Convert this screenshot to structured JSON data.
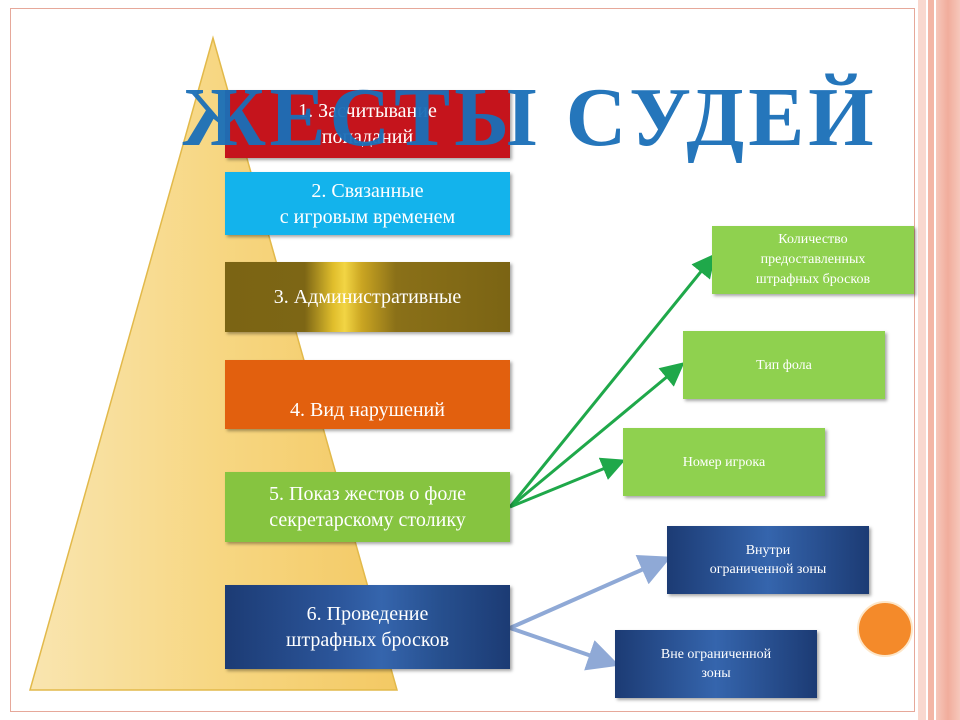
{
  "title": "ЖЕСТЫ  СУДЕЙ",
  "pyramid": {
    "items": [
      {
        "line1": "1. Засчитывание",
        "line2": "попаданий",
        "color": "#c5141c"
      },
      {
        "line1": "2. Связанные",
        "line2": "с игровым временем",
        "color": "#13b3ec"
      },
      {
        "line1": "3. Административные",
        "line2": "",
        "color": "#7b6414"
      },
      {
        "line1": "4. Вид нарушений",
        "line2": "",
        "color": "#e2600e"
      },
      {
        "line1": "5. Показ жестов о фоле",
        "line2": "секретарскому столику",
        "color": "#86c440"
      },
      {
        "line1": "6. Проведение",
        "line2": "штрафных бросков",
        "color": "#1f3f7a"
      }
    ]
  },
  "foul_details": [
    {
      "line1": "Количество",
      "line2": "предоставленных",
      "line3": "штрафных бросков"
    },
    {
      "line1": "Тип фола"
    },
    {
      "line1": "Номер игрока"
    }
  ],
  "free_throw_zones": [
    {
      "line1": "Внутри",
      "line2": "ограниченной зоны"
    },
    {
      "line1": "Вне ограниченной",
      "line2": "зоны"
    }
  ],
  "colors": {
    "title": "#1a6fb8",
    "green_arrow": "#1fa84a",
    "blue_arrow": "#8fa9d6",
    "pyramid": "#f8dc8c"
  }
}
